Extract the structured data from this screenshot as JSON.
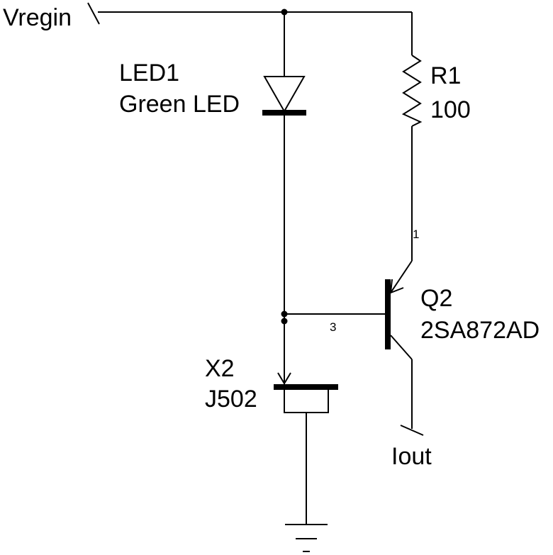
{
  "nets": {
    "vregin": "Vregin",
    "iout": "Iout"
  },
  "components": {
    "led1": {
      "ref": "LED1",
      "value": "Green LED"
    },
    "r1": {
      "ref": "R1",
      "value": "100"
    },
    "q2": {
      "ref": "Q2",
      "value": "2SA872AD"
    },
    "x2": {
      "ref": "X2",
      "value": "J502"
    }
  },
  "pins": {
    "q2_pin1": "1",
    "q2_pin3": "3"
  },
  "colors": {
    "ink": "#000000",
    "background": "#ffffff"
  }
}
